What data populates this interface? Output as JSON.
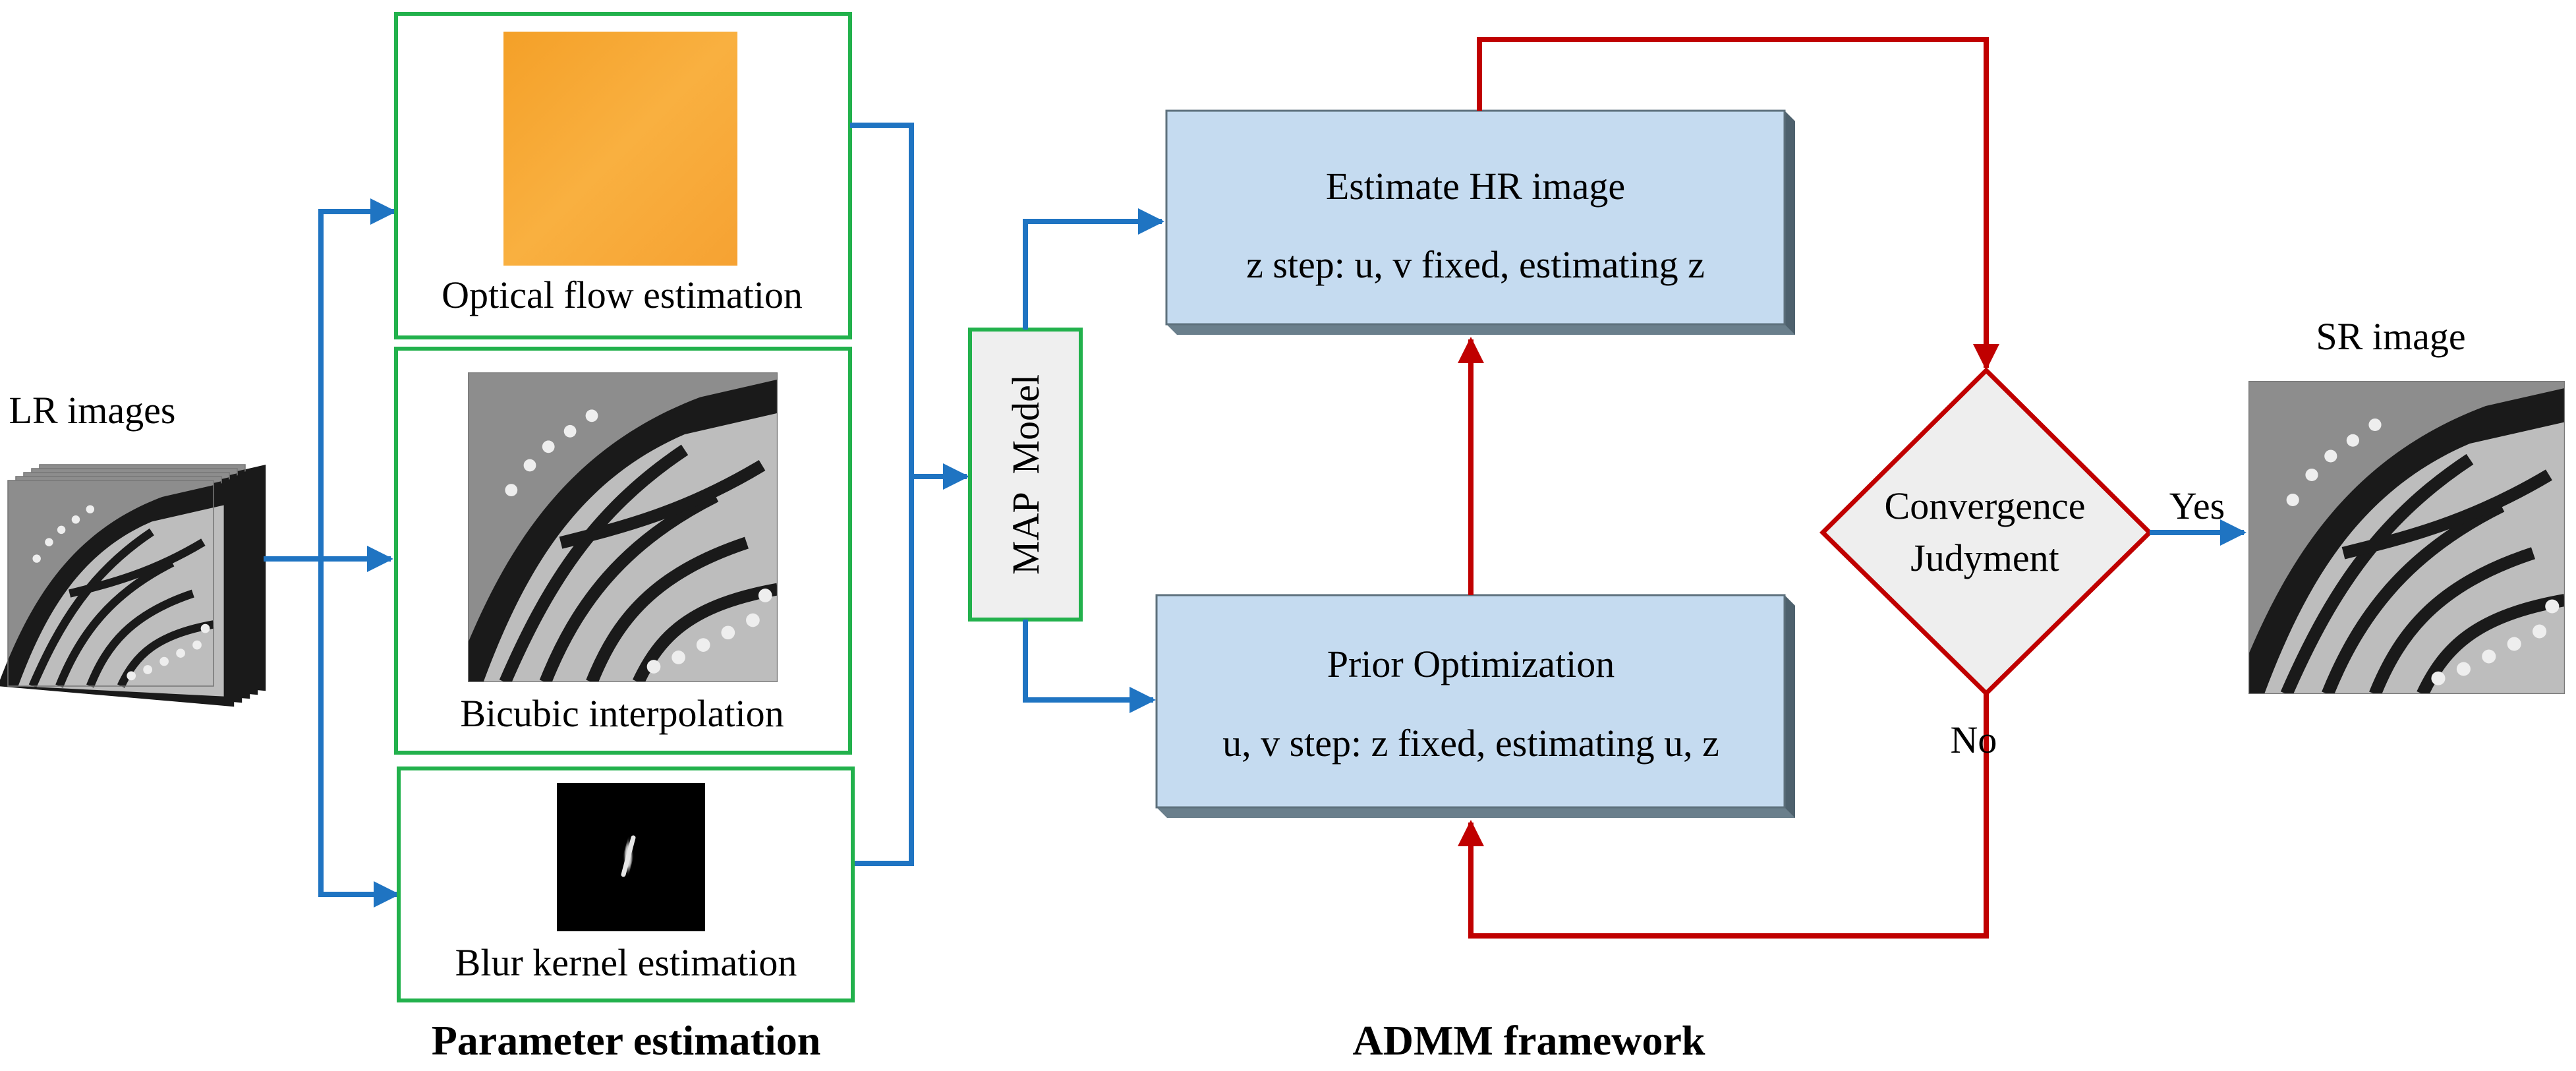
{
  "input": {
    "label": "LR images"
  },
  "parameter_estimation": {
    "caption": "Parameter estimation",
    "steps": [
      {
        "label": "Optical flow estimation"
      },
      {
        "label": "Bicubic interpolation"
      },
      {
        "label": "Blur kernel estimation"
      }
    ]
  },
  "map_model": {
    "label": "MAP  Model"
  },
  "admm": {
    "caption": "ADMM framework",
    "estimate_hr": {
      "title": "Estimate HR image",
      "detail": "z step: u, v fixed, estimating z"
    },
    "prior_opt": {
      "title": "Prior Optimization",
      "detail": "u, v step: z fixed, estimating u, z"
    },
    "convergence": {
      "line1": "Convergence",
      "line2": "Judyment",
      "yes_label": "Yes",
      "no_label": "No"
    }
  },
  "output": {
    "label": "SR image"
  },
  "colors": {
    "blue_arrow": "#1f74c2",
    "red_arrow": "#c00000",
    "green_border": "#22b14c",
    "box_fill": "#c5dbf0",
    "box_shadow": "#6a7f8c",
    "diamond_fill": "#eeeeee",
    "map_fill": "#efefef",
    "optical_flow": "#f7a531"
  }
}
